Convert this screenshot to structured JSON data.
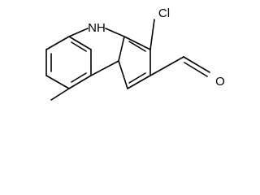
{
  "molecule": {
    "atoms": {
      "nh": "NH",
      "cl": "Cl",
      "o": "O"
    }
  }
}
